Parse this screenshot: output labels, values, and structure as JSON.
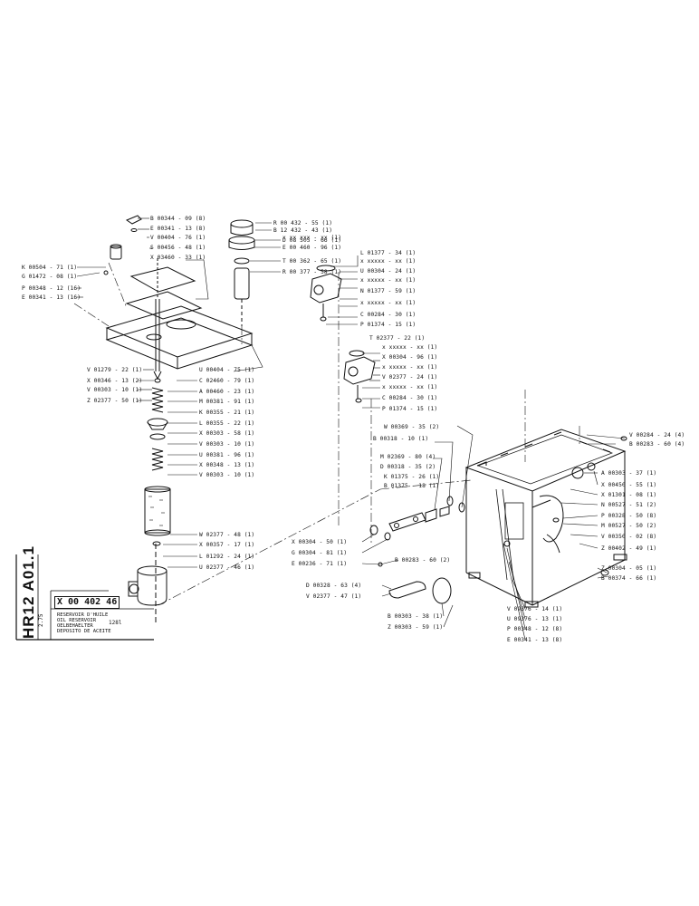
{
  "title_block": {
    "side_code": "HR12 A01.1",
    "side_small": "2.75",
    "part_number": "X 00 402 46",
    "descriptions": [
      "RESERVOIR D'HUILE",
      "OIL RESERVOIR",
      "OELBEHAELTER",
      "DEPOSITO DE ACEITE"
    ],
    "capacity": "128l"
  },
  "labels_left": [
    "B 00344 - 09 (8)",
    "E 00341 - 13 (8)",
    "V 00404 - 76 (1)",
    "S 00456 - 48 (1)",
    "X 03460 - 33 (1)",
    "K 00504 - 71 (1)",
    "G 01472 - 08 (1)",
    "P 00348 - 12 (16)",
    "E 00341 - 13 (16)",
    "V 01279 - 22 (1)",
    "X 00346 - 13 (2)",
    "V 00303 - 10 (1)",
    "Z 02377 - 50 (1)",
    "C 02460 - 79 (1)",
    "A 00460 - 23 (1)",
    "M 00381 - 91 (1)",
    "K 00355 - 21 (1)",
    "L 00355 - 22 (1)",
    "X 00303 - 58 (1)",
    "V 00303 - 10 (1)",
    "U 00381 - 96 (1)",
    "X 00348 - 13 (1)",
    "V 00303 - 10 (1)",
    "W 02377 - 48 (1)",
    "X 00357 - 17 (1)",
    "L 01292 - 24 (1)",
    "U 02377 - 46 (1)",
    "U 00404 - 75 (1)"
  ],
  "labels_filter": [
    "R 00 432 - 55 (1)",
    "B 12 432 - 43 (1)",
    "x xx xxx - xx (1)",
    "D 08 505 - 66 (1)",
    "E 00 460 - 96 (1)",
    "T 00 362 - 65 (1)",
    "R 00 377 - 58 (1)"
  ],
  "labels_valve": [
    "L 01377 - 34 (1)",
    "x xxxxx - xx (1)",
    "U 00304 - 24 (1)",
    "x xxxxx - xx (1)",
    "N 01377 - 59 (1)",
    "x xxxxx - xx (1)",
    "C 00284 - 30 (1)",
    "P 01374 - 15 (1)",
    "T 02377 - 22 (1)",
    "x xxxxx - xx (1)",
    "X 00304 - 96 (1)",
    "x xxxxx - xx (1)",
    "V 02377 - 24 (1)",
    "x xxxxx - xx (1)",
    "C 00284 - 30 (1)",
    "P 01374 - 15 (1)"
  ],
  "labels_fittings": [
    "W 00369 - 35 (2)",
    "B 00318 - 10 (1)",
    "M 02369 - 80 (4)",
    "D 00318 - 35 (2)",
    "K 01375 - 26 (1)",
    "B 01375 - 18 (1)",
    "X 00304 - 50 (1)",
    "G 00304 - 81 (1)",
    "E 00236 - 71 (1)",
    "B 00283 - 60 (2)",
    "D 00328 - 63 (4)",
    "V 02377 - 47 (1)",
    "B 00303 - 38 (1)",
    "Z 00303 - 59 (1)"
  ],
  "labels_tank": [
    "V 00284 - 24 (4)",
    "B 00283 - 60 (4)",
    "A 00303 - 37 (1)",
    "X 00450 - 55 (1)",
    "X 01301 - 08 (1)",
    "N 00527 - 51 (2)",
    "P 00328 - 50 (8)",
    "M 00527 - 50 (2)",
    "V 00350 - 02 (8)",
    "Z 00402 - 49 (1)",
    "Z 00304 - 05 (1)",
    "B 00374 - 66 (1)",
    "V 09376 - 14 (1)",
    "U 09376 - 13 (1)",
    "P 00348 - 12 (8)",
    "E 00341 - 13 (8)"
  ]
}
